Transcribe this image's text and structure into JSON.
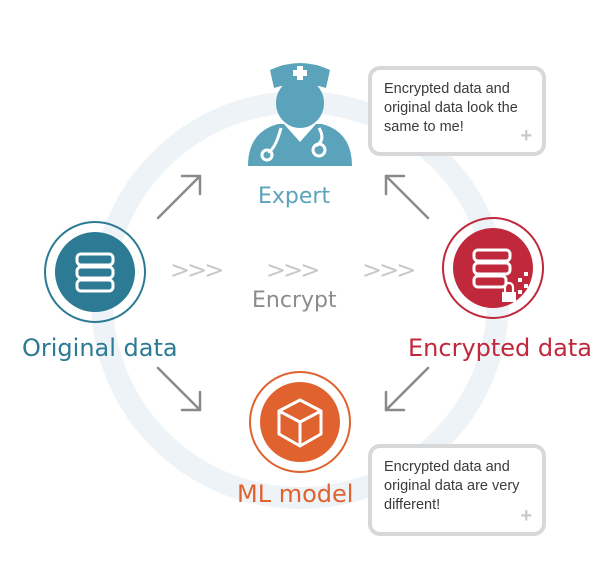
{
  "labels": {
    "expert": "Expert",
    "encrypt": "Encrypt",
    "original": "Original data",
    "encrypted": "Encrypted data",
    "ml_model": "ML model"
  },
  "chevrons": ">>>",
  "notes": {
    "top": "Encrypted data and\noriginal data look the\nsame to me!",
    "bottom": "Encrypted data and\noriginal data are very\ndifferent!",
    "plus": "+"
  },
  "colors": {
    "teal": "#2c7a93",
    "expert_blue": "#5ba3ba",
    "crimson": "#c0283b",
    "orange": "#e0622f",
    "gray_text": "#8c8c8c",
    "ring": "#eef3f7",
    "arrow": "#8a8a8a"
  },
  "icons": [
    "doctor-icon",
    "database-icon",
    "encrypted-database-icon",
    "cube-icon",
    "lock-icon"
  ]
}
